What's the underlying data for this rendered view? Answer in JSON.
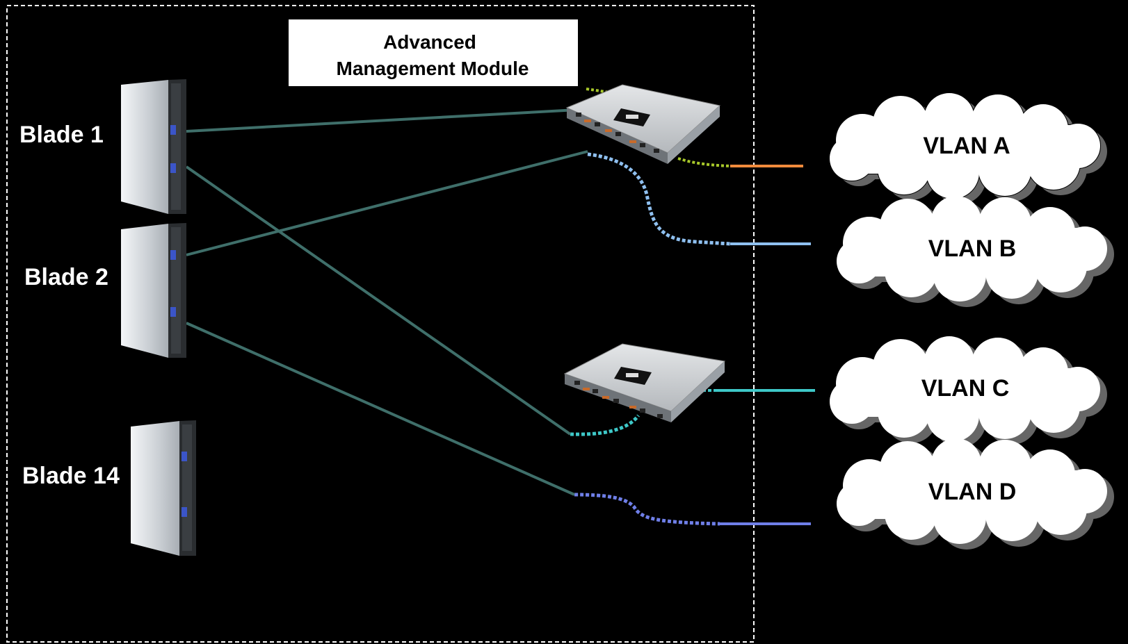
{
  "amm": {
    "line1": "Advanced",
    "line2": "Management Module"
  },
  "blades": [
    {
      "label": "Blade 1"
    },
    {
      "label": "Blade 2"
    },
    {
      "label": "Blade 14"
    }
  ],
  "vlans": [
    {
      "label": "VLAN A",
      "color": "#f08a3c"
    },
    {
      "label": "VLAN B",
      "color": "#8fc0f0"
    },
    {
      "label": "VLAN C",
      "color": "#3ec8c8"
    },
    {
      "label": "VLAN D",
      "color": "#6f7fe8"
    }
  ],
  "colors": {
    "background": "#000000",
    "chassis_border": "#ffffff",
    "blade_link": "#3f6f6a",
    "amm_link": "#a8c82a"
  }
}
